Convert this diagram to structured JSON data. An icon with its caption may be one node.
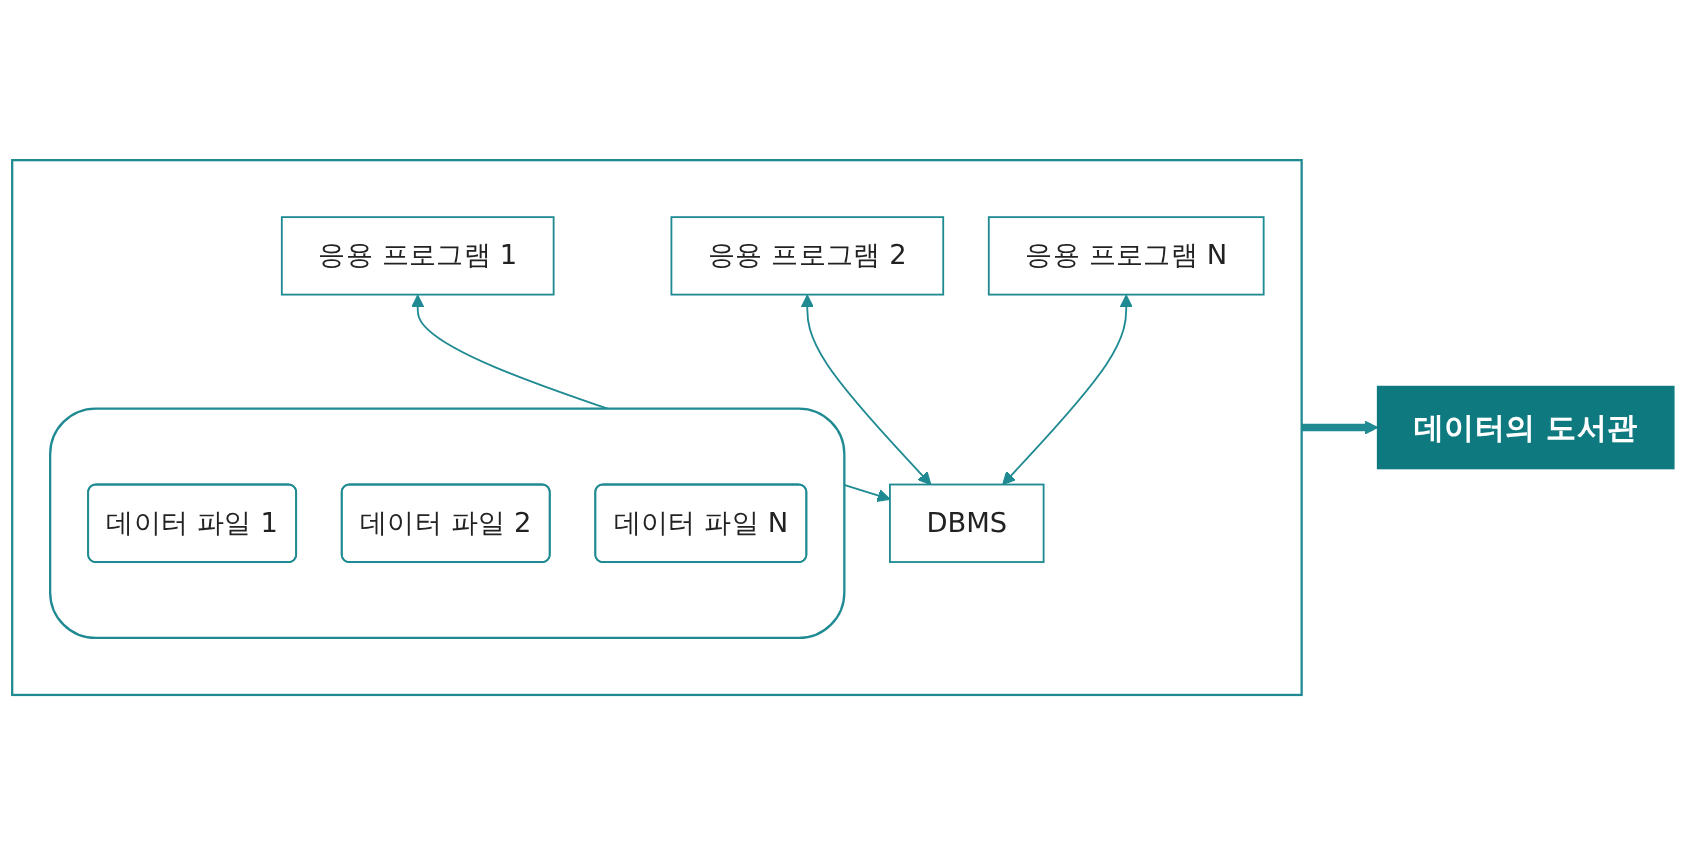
{
  "diagram": {
    "nodes": [
      {
        "text": [],
        "shape": "box"
      },
      {
        "text": [
          "응용 프로그램 1"
        ],
        "in": 0
      },
      {
        "text": [
          "응용 프로그램 2"
        ],
        "in": 0
      },
      {
        "text": [
          "응용 프로그램 N"
        ],
        "in": 0
      },
      {
        "text": [
          "DBMS"
        ],
        "in": 0
      },
      {
        "text": [],
        "shape": "cylinder",
        "in": 0
      },
      {
        "text": [
          "데이터 파일 1"
        ],
        "in": 5
      },
      {
        "text": [
          "데이터 파일 2"
        ],
        "in": 5
      },
      {
        "text": [
          "데이터 파일 N"
        ],
        "in": 5
      },
      {
        "text": [
          "데이터의 도서관"
        ]
      }
    ],
    "edges": [
      {
        "from": 1,
        "to": 4,
        "arrow": "both"
      },
      {
        "from": 2,
        "to": 4,
        "arrow": "both"
      },
      {
        "from": 3,
        "to": 4,
        "arrow": "both"
      },
      {
        "from": 0,
        "to": 9,
        "arrow": "to",
        "style": "thick"
      }
    ]
  }
}
